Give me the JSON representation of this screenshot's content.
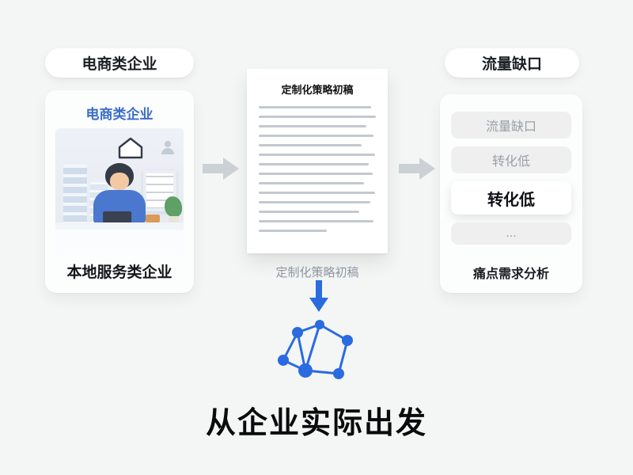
{
  "colors": {
    "background": "#f4f6f5",
    "accent_blue": "#2a6be0",
    "title_blue": "#3a6cc9",
    "muted_text": "#9aa0a6",
    "arrow_gray": "#ccd1d6"
  },
  "left": {
    "pill_label": "电商类企业",
    "card_title": "电商类企业",
    "card_caption": "本地服务类企业",
    "illustration": "person-working-at-desk"
  },
  "middle": {
    "doc_title": "定制化策略初稿",
    "caption": "定制化策略初稿"
  },
  "right": {
    "pill_label": "流量缺口",
    "items": [
      {
        "label": "流量缺口",
        "emphasis": false
      },
      {
        "label": "转化低",
        "emphasis": false
      },
      {
        "label": "转化低",
        "emphasis": true
      },
      {
        "label": "...",
        "emphasis": false
      }
    ],
    "caption": "痛点需求分析"
  },
  "bottom": {
    "headline": "从企业实际出发"
  }
}
